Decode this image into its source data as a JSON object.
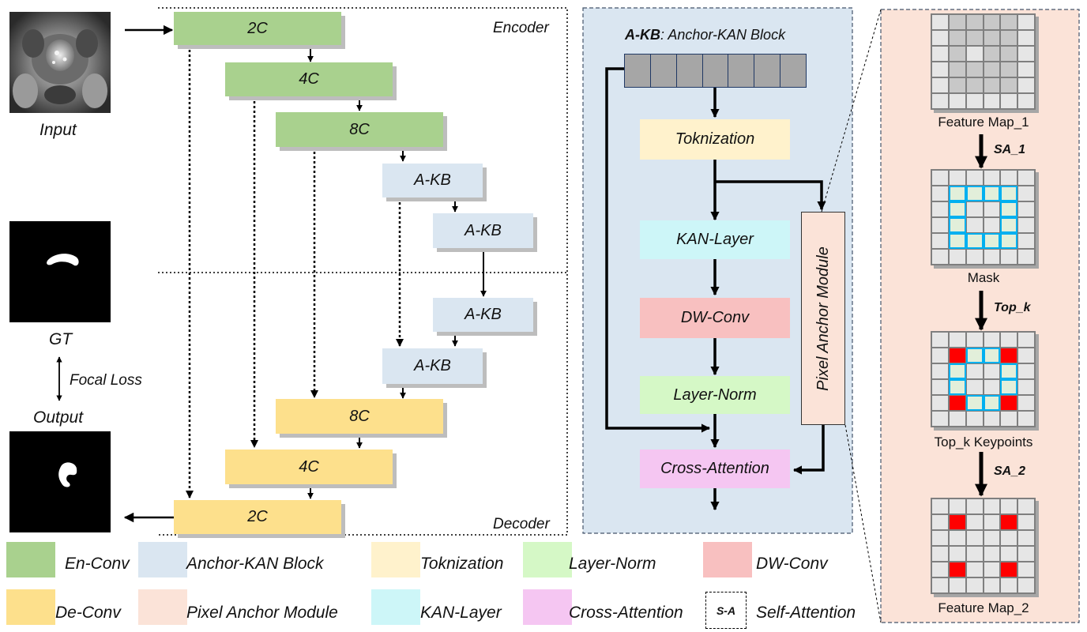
{
  "labels": {
    "input": "Input",
    "gt": "GT",
    "output": "Output",
    "focal_loss": "Focal Loss",
    "encoder": "Encoder",
    "decoder": "Decoder"
  },
  "unet": {
    "enc": [
      "2C",
      "4C",
      "8C"
    ],
    "akb_enc": [
      "A-KB",
      "A-KB"
    ],
    "akb_dec": [
      "A-KB",
      "A-KB"
    ],
    "dec": [
      "8C",
      "4C",
      "2C"
    ]
  },
  "akb_panel": {
    "title_bold": "A-KB",
    "title_rest": ": Anchor-KAN Block",
    "tokenization": "Toknization",
    "kan_layer": "KAN-Layer",
    "dw_conv": "DW-Conv",
    "layer_norm": "Layer-Norm",
    "cross_attention": "Cross-Attention",
    "pixel_anchor": "Pixel Anchor Module"
  },
  "pam_panel": {
    "feature_map_1": "Feature Map_1",
    "sa1": "SA_1",
    "mask": "Mask",
    "topk": "Top_k",
    "topk_keypoints": "Top_k Keypoints",
    "sa2": "SA_2",
    "feature_map_2": "Feature Map_2"
  },
  "legend": {
    "en_conv": "En-Conv",
    "anchor_kan": "Anchor-KAN Block",
    "tokenization": "Toknization",
    "layer_norm": "Layer-Norm",
    "dw_conv": "DW-Conv",
    "de_conv": "De-Conv",
    "pixel_anchor": "Pixel Anchor Module",
    "kan_layer": "KAN-Layer",
    "cross_attention": "Cross-Attention",
    "sa_box": "S-A",
    "self_attention": "Self-Attention"
  },
  "colors": {
    "en_conv": "#a9d18e",
    "anchor_kan": "#dae6f1",
    "de_conv": "#fde08c",
    "tokenization": "#fff2cc",
    "kan_layer": "#cdf6f8",
    "dw_conv": "#f8c0c0",
    "layer_norm": "#d5f8c6",
    "cross_attention": "#f5c6f2",
    "pixel_anchor": "#fbe3d8"
  }
}
